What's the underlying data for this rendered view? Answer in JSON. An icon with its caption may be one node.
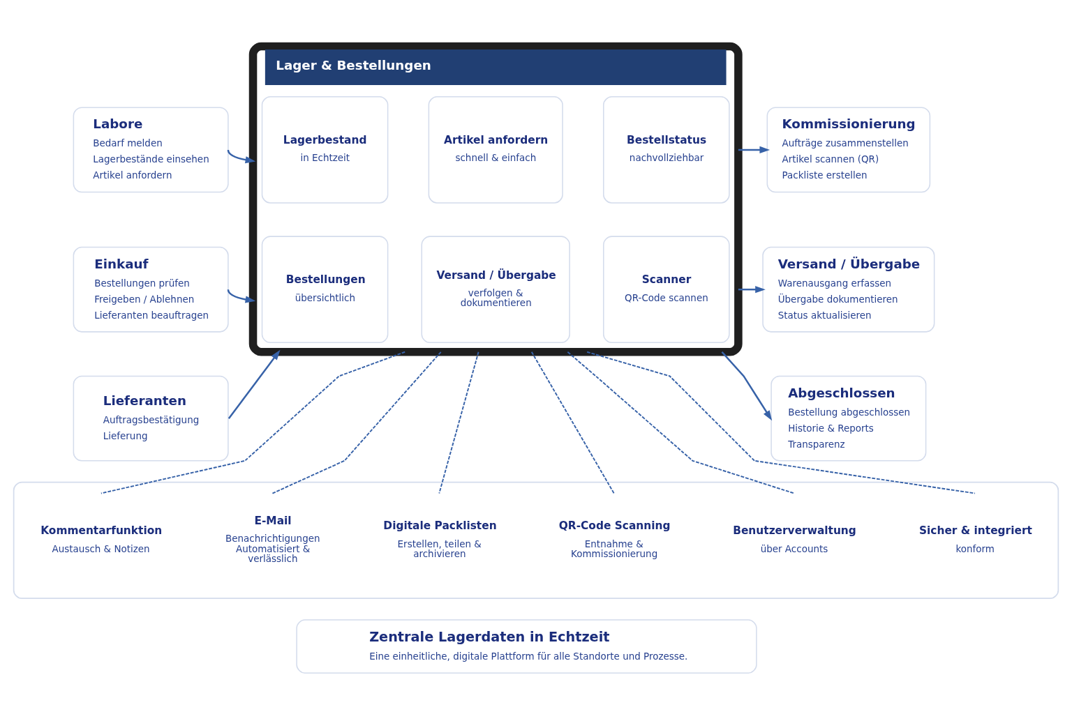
{
  "diagram": {
    "nodes": [
      {
        "text": [
          "Labore",
          "Bedarf melden",
          "Lagerbestände einsehen",
          "Artikel anfordern"
        ]
      },
      {
        "text": [
          "Einkauf",
          "Bestellungen prüfen",
          "Freigeben / Ablehnen",
          "Lieferanten beauftragen"
        ]
      },
      {
        "text": [
          "Lieferanten",
          "Auftragsbestätigung",
          "Lieferung"
        ]
      },
      {
        "text": [
          "Lager & Bestellungen"
        ]
      },
      {
        "text": [
          "Lagerbestand",
          "in Echtzeit"
        ],
        "in": 3
      },
      {
        "text": [
          "Artikel anfordern",
          "schnell & einfach"
        ],
        "in": 3
      },
      {
        "text": [
          "Bestellstatus",
          "nachvollziehbar"
        ],
        "in": 3
      },
      {
        "text": [
          "Bestellungen",
          "übersichtlich"
        ],
        "in": 3
      },
      {
        "text": [
          "Versand / Übergabe",
          "verfolgen & dokumentieren"
        ],
        "in": 3
      },
      {
        "text": [
          "Scanner",
          "QR-Code scannen"
        ],
        "in": 3
      },
      {
        "text": [
          "Kommissionierung",
          "Aufträge zusammenstellen",
          "Artikel scannen (QR)",
          "Packliste erstellen"
        ]
      },
      {
        "text": [
          "Versand / Übergabe",
          "Warenausgang erfassen",
          "Übergabe dokumentieren",
          "Status aktualisieren"
        ]
      },
      {
        "text": [
          "Abgeschlossen",
          "Bestellung abgeschlossen",
          "Historie & Reports",
          "Transparenz"
        ]
      },
      {
        "text": [],
        "shape": "box"
      },
      {
        "text": [
          "Kommentarfunktion",
          "Austausch & Notizen"
        ],
        "in": 13
      },
      {
        "text": [
          "E-Mail",
          "Benachrichtigungen Automatisiert & verlässlich"
        ],
        "in": 13
      },
      {
        "text": [
          "Digitale Packlisten",
          "Erstellen, teilen & archivieren"
        ],
        "in": 13
      },
      {
        "text": [
          "QR-Code Scanning",
          "Entnahme & Kommissionierung"
        ],
        "in": 13
      },
      {
        "text": [
          "Benutzerverwaltung",
          "über Accounts"
        ],
        "in": 13
      },
      {
        "text": [
          "Sicher & integriert",
          "konform"
        ],
        "in": 13
      },
      {
        "text": [
          "Zentrale Lagerdaten in Echtzeit",
          "Eine einheitliche, digitale Plattform für alle Standorte und Prozesse."
        ]
      }
    ],
    "edges": [
      {
        "from": 0,
        "to": 3,
        "arrow": "to"
      },
      {
        "from": 1,
        "to": 3,
        "arrow": "to"
      },
      {
        "from": 2,
        "to": 3,
        "arrow": "to"
      },
      {
        "from": 3,
        "to": 10,
        "arrow": "to"
      },
      {
        "from": 3,
        "to": 11,
        "arrow": "to"
      },
      {
        "from": 3,
        "to": 12,
        "arrow": "to"
      },
      {
        "from": 3,
        "to": 14,
        "arrow": "none",
        "style": "dashed"
      },
      {
        "from": 3,
        "to": 15,
        "arrow": "none",
        "style": "dashed"
      },
      {
        "from": 3,
        "to": 16,
        "arrow": "none",
        "style": "dashed"
      },
      {
        "from": 3,
        "to": 17,
        "arrow": "none",
        "style": "dashed"
      },
      {
        "from": 3,
        "to": 18,
        "arrow": "none",
        "style": "dashed"
      },
      {
        "from": 3,
        "to": 19,
        "arrow": "none",
        "style": "dashed"
      }
    ]
  }
}
